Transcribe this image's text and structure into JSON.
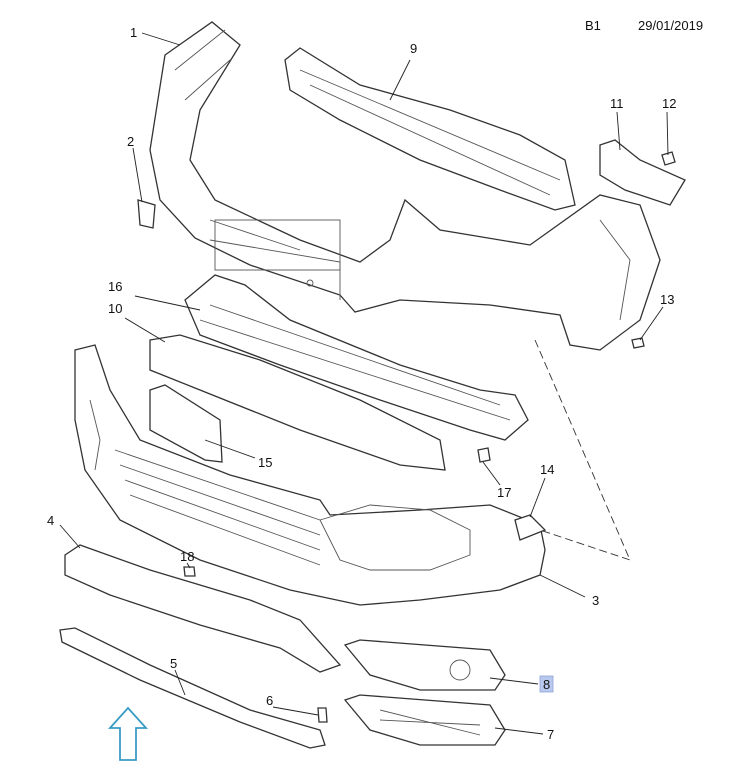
{
  "header": {
    "sheet": "B1",
    "date": "29/01/2019"
  },
  "callouts": [
    {
      "id": "1",
      "label": "1"
    },
    {
      "id": "2",
      "label": "2"
    },
    {
      "id": "3",
      "label": "3"
    },
    {
      "id": "4",
      "label": "4"
    },
    {
      "id": "5",
      "label": "5"
    },
    {
      "id": "6",
      "label": "6"
    },
    {
      "id": "7",
      "label": "7"
    },
    {
      "id": "8",
      "label": "8",
      "highlighted": true
    },
    {
      "id": "9",
      "label": "9"
    },
    {
      "id": "10",
      "label": "10"
    },
    {
      "id": "11",
      "label": "11"
    },
    {
      "id": "12",
      "label": "12"
    },
    {
      "id": "13",
      "label": "13"
    },
    {
      "id": "14",
      "label": "14"
    },
    {
      "id": "15",
      "label": "15"
    },
    {
      "id": "16",
      "label": "16"
    },
    {
      "id": "17",
      "label": "17"
    },
    {
      "id": "18",
      "label": "18"
    }
  ],
  "colors": {
    "highlight": "#b8c8ee",
    "arrow": "#3a9cc4"
  }
}
